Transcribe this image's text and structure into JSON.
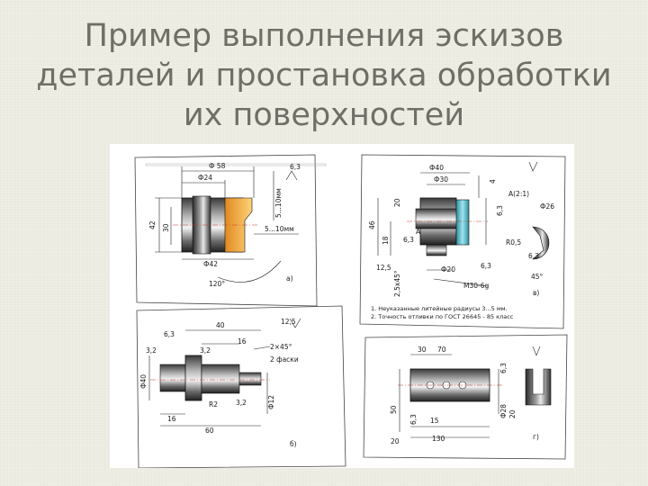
{
  "title": {
    "line1": "Пример выполнения эскизов",
    "line2": "деталей и простановка обработки",
    "line3": "их поверхностей"
  },
  "sketch_a": {
    "dims": [
      "Ф 58",
      "Ф24",
      "6,3",
      "5...10мм",
      "42",
      "30",
      "5...10мм",
      "Ф42",
      "120°"
    ],
    "label": "а)"
  },
  "sketch_b": {
    "dims": [
      "Ф40",
      "Ф30",
      "4",
      "20",
      "А(2:1)",
      "Ф26",
      "6,3",
      "46",
      "18",
      "6,3",
      "А",
      "R0,5",
      "6,3",
      "12,5",
      "2,5х45°",
      "Ф20",
      "6,3",
      "45°",
      "М30-6g"
    ],
    "label": "в)",
    "notes": [
      "1. Неуказанные литейные радиусы 3...5 мм.",
      "2. Точность отливки по ГОСТ 26645 - 85 класс"
    ]
  },
  "sketch_c": {
    "dims": [
      "40",
      "12,5",
      "6,3",
      "16",
      "3,2",
      "3,2",
      "2×45°",
      "2 фаски",
      "Ф40",
      "R2",
      "3,2",
      "Ф12",
      "16",
      "60"
    ],
    "label": "б)"
  },
  "sketch_d": {
    "dims": [
      "30",
      "70",
      "6,3",
      "50",
      "6,3",
      "15",
      "20",
      "130",
      "Ф28",
      "20"
    ],
    "label": "г)"
  }
}
